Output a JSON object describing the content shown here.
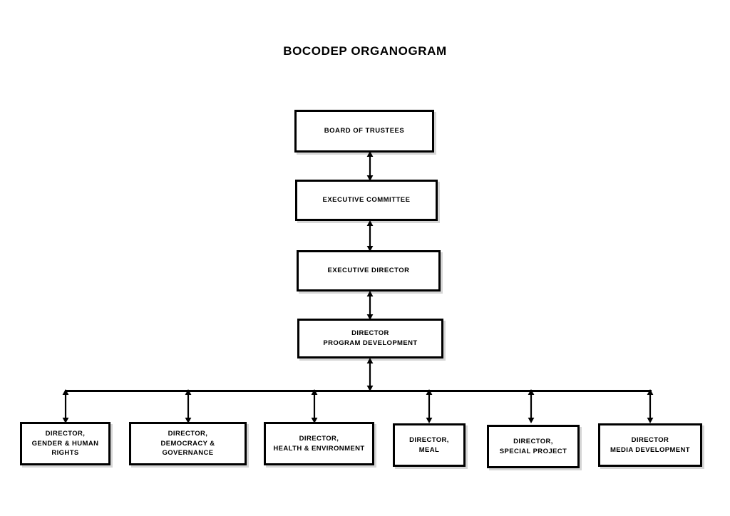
{
  "title": "BOCODEP ORGANOGRAM",
  "chart_data": {
    "type": "diagram",
    "diagram_type": "organogram",
    "title": "BOCODEP ORGANOGRAM",
    "orientation": "top-down",
    "connector_style": "double-headed-arrow",
    "levels": [
      {
        "level": 1,
        "nodes": [
          "BOARD OF TRUSTEES"
        ]
      },
      {
        "level": 2,
        "nodes": [
          "EXECUTIVE COMMITTEE"
        ]
      },
      {
        "level": 3,
        "nodes": [
          "EXECUTIVE DIRECTOR"
        ]
      },
      {
        "level": 4,
        "nodes": [
          "DIRECTOR PROGRAM DEVELOPMENT"
        ]
      },
      {
        "level": 5,
        "nodes": [
          "DIRECTOR, GENDER & HUMAN RIGHTS",
          "DIRECTOR, DEMOCRACY & GOVERNANCE",
          "DIRECTOR, HEALTH & ENVIRONMENT",
          "DIRECTOR, MEAL",
          "DIRECTOR, SPECIAL PROJECT",
          "DIRECTOR MEDIA DEVELOPMENT"
        ]
      }
    ],
    "edges": [
      {
        "from": "BOARD OF TRUSTEES",
        "to": "EXECUTIVE COMMITTEE"
      },
      {
        "from": "EXECUTIVE COMMITTEE",
        "to": "EXECUTIVE DIRECTOR"
      },
      {
        "from": "EXECUTIVE DIRECTOR",
        "to": "DIRECTOR PROGRAM DEVELOPMENT"
      },
      {
        "from": "DIRECTOR PROGRAM DEVELOPMENT",
        "to": "DIRECTOR, GENDER & HUMAN RIGHTS"
      },
      {
        "from": "DIRECTOR PROGRAM DEVELOPMENT",
        "to": "DIRECTOR, DEMOCRACY & GOVERNANCE"
      },
      {
        "from": "DIRECTOR PROGRAM DEVELOPMENT",
        "to": "DIRECTOR, HEALTH & ENVIRONMENT"
      },
      {
        "from": "DIRECTOR PROGRAM DEVELOPMENT",
        "to": "DIRECTOR, MEAL"
      },
      {
        "from": "DIRECTOR PROGRAM DEVELOPMENT",
        "to": "DIRECTOR, SPECIAL PROJECT"
      },
      {
        "from": "DIRECTOR PROGRAM DEVELOPMENT",
        "to": "DIRECTOR MEDIA DEVELOPMENT"
      }
    ],
    "colors": {
      "background": "#ffffff",
      "box_fill": "#ffffff",
      "box_border": "#000000",
      "text": "#000000",
      "connector": "#000000",
      "shadow": "#787878"
    }
  },
  "nodes": {
    "board_of_trustees": {
      "label": "BOARD OF TRUSTEES"
    },
    "executive_committee": {
      "label": "EXECUTIVE COMMITTEE"
    },
    "executive_director": {
      "label": "EXECUTIVE DIRECTOR"
    },
    "program_development": {
      "label": "DIRECTOR\nPROGRAM DEVELOPMENT"
    },
    "gender_human_rights": {
      "label": "DIRECTOR,\nGENDER & HUMAN\nRIGHTS"
    },
    "democracy_governance": {
      "label": "DIRECTOR,\nDEMOCRACY & GOVERNANCE"
    },
    "health_environment": {
      "label": "DIRECTOR,\nHEALTH & ENVIRONMENT"
    },
    "meal": {
      "label": "DIRECTOR,\nMEAL"
    },
    "special_project": {
      "label": "DIRECTOR,\nSPECIAL PROJECT"
    },
    "media_development": {
      "label": "DIRECTOR\nMEDIA DEVELOPMENT"
    }
  }
}
